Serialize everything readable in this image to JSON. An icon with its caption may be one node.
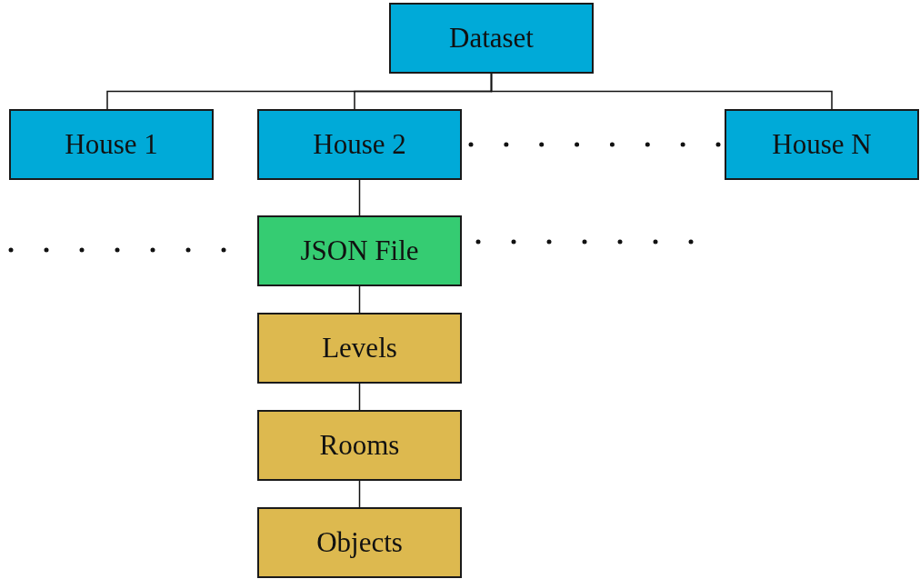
{
  "diagram": {
    "nodes": [
      {
        "text": [
          "Dataset"
        ]
      },
      {
        "text": [
          "House 1"
        ]
      },
      {
        "text": [
          "House 2"
        ]
      },
      {
        "text": [
          "House N"
        ]
      },
      {
        "text": [
          "JSON File"
        ]
      },
      {
        "text": [
          "Levels"
        ]
      },
      {
        "text": [
          "Rooms"
        ]
      },
      {
        "text": [
          "Objects"
        ]
      }
    ],
    "edges": [
      {
        "from": 0,
        "to": 1,
        "arrow": "none"
      },
      {
        "from": 0,
        "to": 2,
        "arrow": "none"
      },
      {
        "from": 0,
        "to": 3,
        "arrow": "none"
      },
      {
        "from": 2,
        "to": 4,
        "arrow": "none"
      },
      {
        "from": 4,
        "to": 5,
        "arrow": "none"
      },
      {
        "from": 5,
        "to": 6,
        "arrow": "none"
      },
      {
        "from": 6,
        "to": 7,
        "arrow": "none"
      }
    ]
  }
}
